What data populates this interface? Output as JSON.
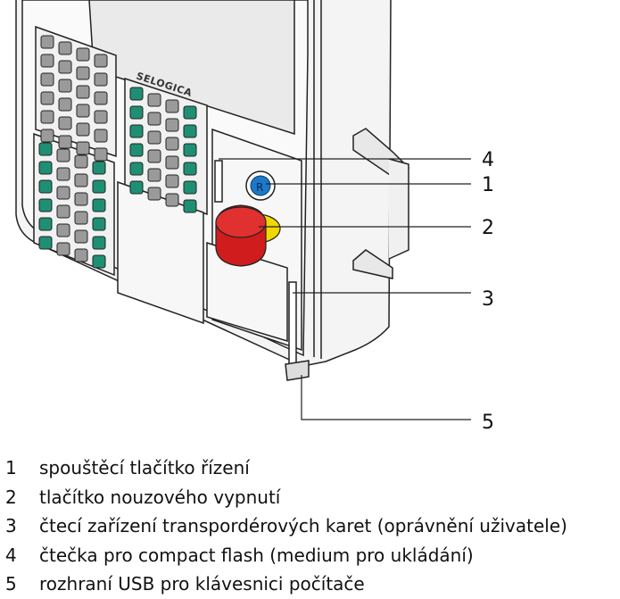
{
  "diagram": {
    "brand": "SELOGICA",
    "callouts": [
      "4",
      "1",
      "2",
      "3",
      "5"
    ],
    "colors": {
      "key_green": "#1f8f74",
      "key_gray": "#9a9a9a",
      "stop_red": "#d01c1c",
      "stop_yellow": "#f0d800",
      "start_blue": "#1e78c8"
    }
  },
  "legend": [
    {
      "num": "1",
      "text": "spouštěcí tlačítko řízení"
    },
    {
      "num": "2",
      "text": "tlačítko nouzového vypnutí"
    },
    {
      "num": "3",
      "text": "čtecí zařízení transpordérových karet (oprávnění uživatele)"
    },
    {
      "num": "4",
      "text": "čtečka pro compact flash (medium pro ukládání)"
    },
    {
      "num": "5",
      "text": "rozhraní USB pro klávesnici počítače"
    }
  ]
}
